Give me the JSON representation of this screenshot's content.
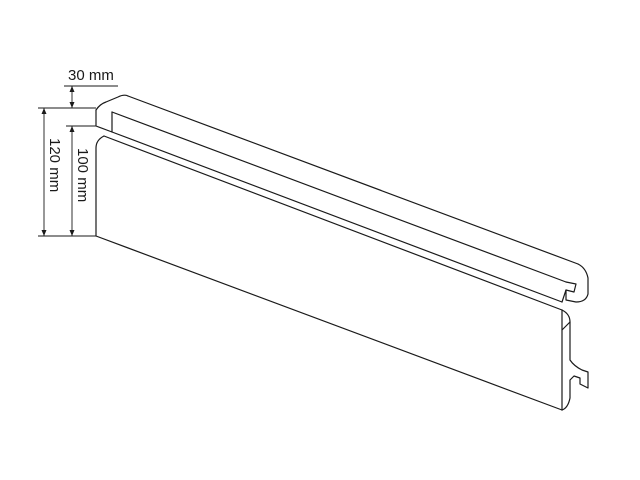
{
  "dimensions": {
    "top_depth": "30 mm",
    "inner_height": "100 mm",
    "total_height": "120 mm"
  },
  "colors": {
    "line": "#1a1a1a",
    "background": "#ffffff"
  }
}
